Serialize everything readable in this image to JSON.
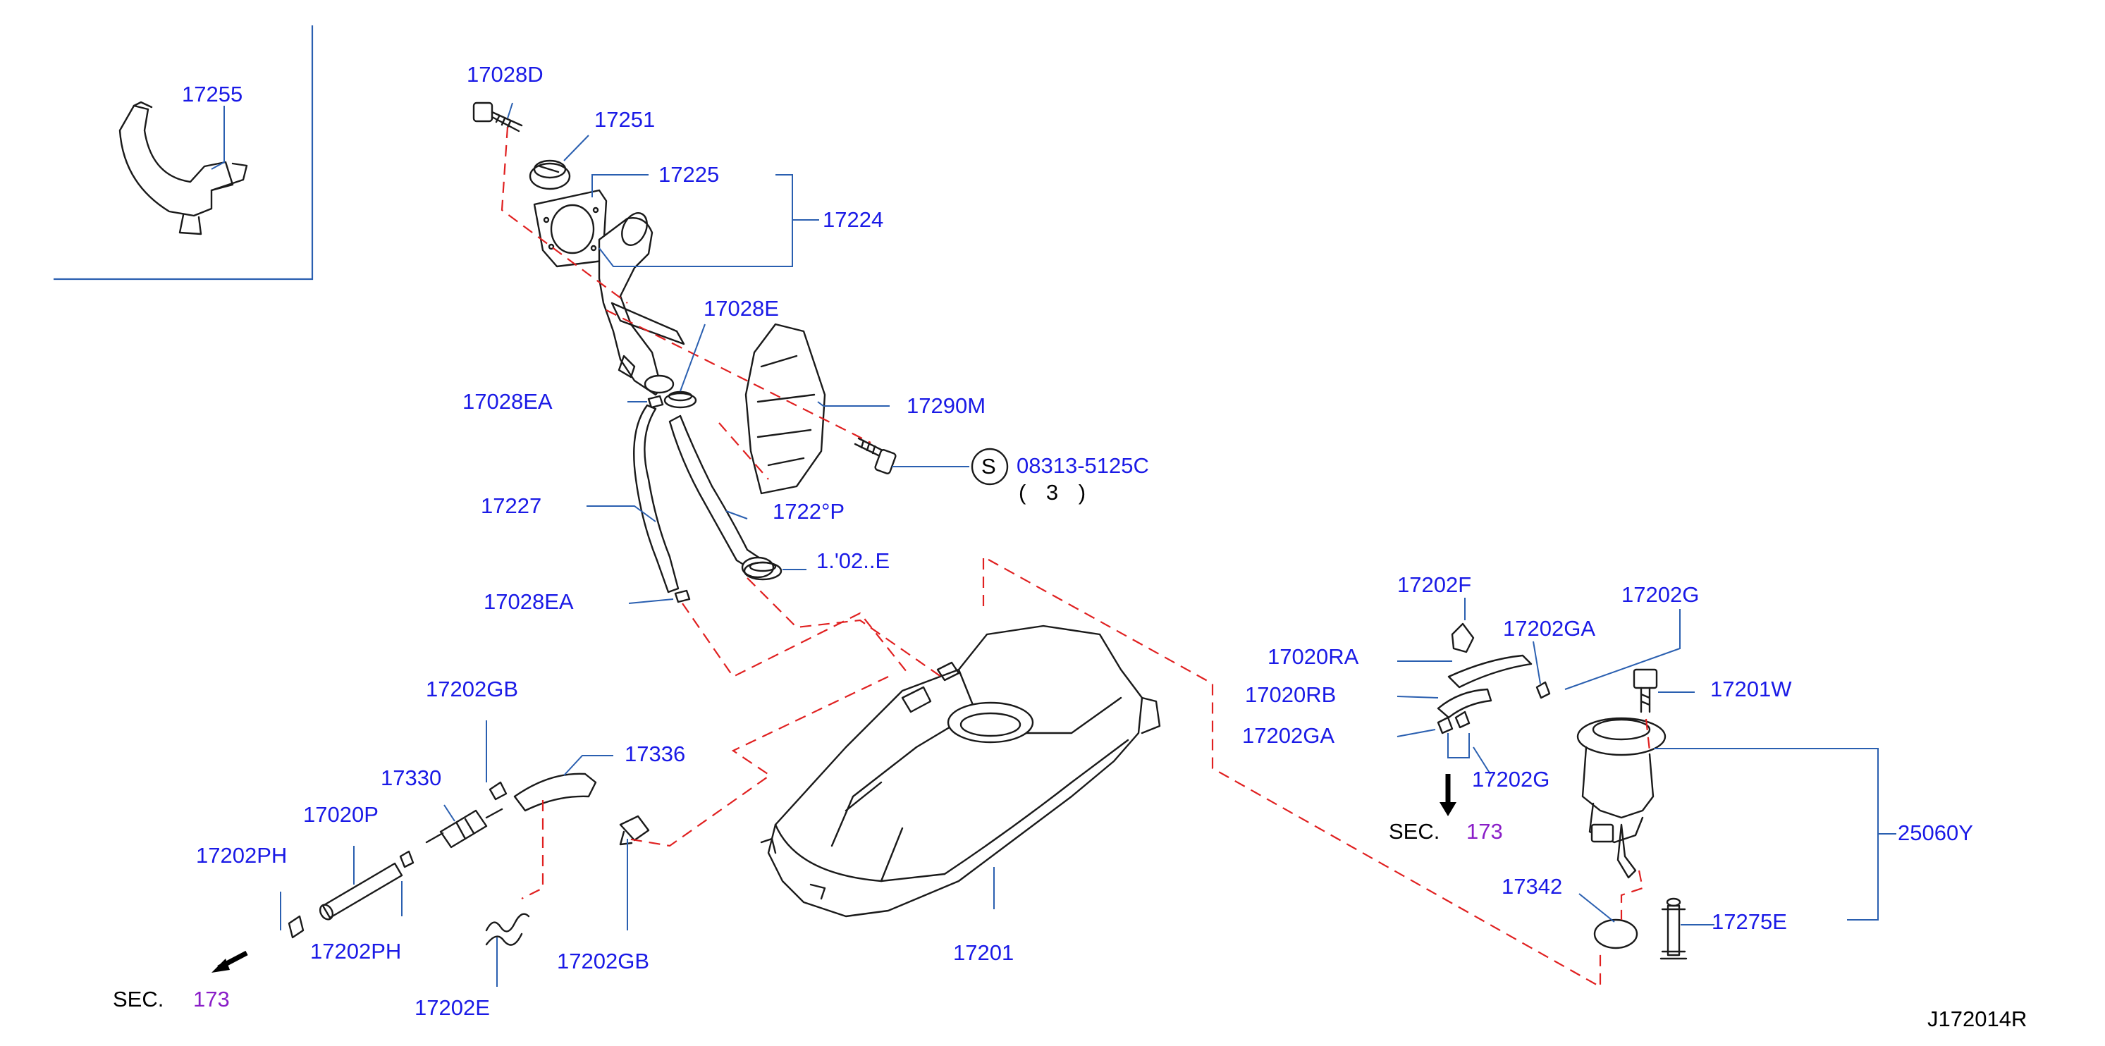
{
  "diagram_id": "J172014R",
  "sec_prefix": "SEC.",
  "sec_number": "173",
  "screw_symbol": "S",
  "screw_part": "08313-5125C",
  "screw_qty": "( 3 )",
  "colors": {
    "label": "#1a1ae6",
    "leader": "#2a5fb0",
    "phantom_line": "#e02020",
    "section_ref": "#8a1ec8",
    "line_art": "#1a1a1a"
  },
  "parts": {
    "p17255": "17255",
    "p17028D": "17028D",
    "p17251": "17251",
    "p17225": "17225",
    "p17224": "17224",
    "p17028E_top": "17028E",
    "p17290M": "17290M",
    "p17028EA_top": "17028EA",
    "p17227": "17227",
    "p1722_P": "1722°P",
    "p17028E_bottom": "1.'02..E",
    "p17028EA_bottom": "17028EA",
    "p17202GB_top": "17202GB",
    "p17336": "17336",
    "p17330": "17330",
    "p17020P": "17020P",
    "p17202PH_left": "17202PH",
    "p17202PH_bottom": "17202PH",
    "p17202GB_bottom": "17202GB",
    "p17202E": "17202E",
    "p17201": "17201",
    "p17202F": "17202F",
    "p17202G_top": "17202G",
    "p17202GA_top": "17202GA",
    "p17020RA": "17020RA",
    "p17020RB": "17020RB",
    "p17201W": "17201W",
    "p17202GA_left": "17202GA",
    "p17202G_bottom": "17202G",
    "p25060Y": "25060Y",
    "p17342": "17342",
    "p17275E": "17275E"
  }
}
